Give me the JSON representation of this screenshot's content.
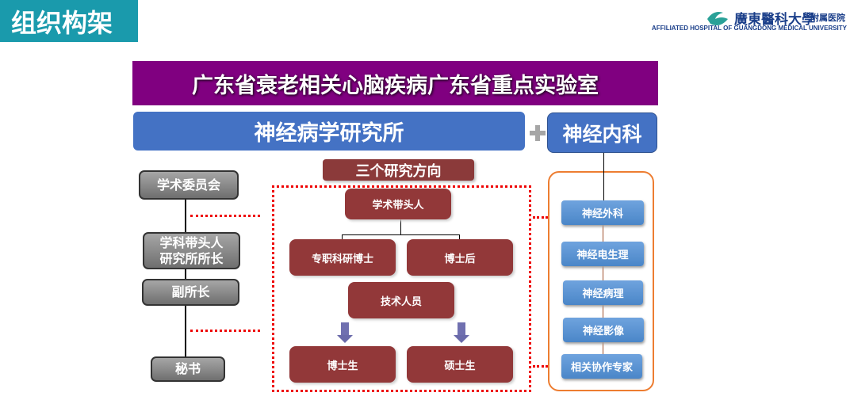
{
  "page_title": "组织构架",
  "logo": {
    "name_cn": "廣東醫科大學",
    "suffix_cn": "附属医院",
    "name_en": "AFFILIATED HOSPITAL OF GUANGDONG MEDICAL UNIVERSITY"
  },
  "banner": "广东省衰老相关心脑疾病广东省重点实验室",
  "institute": "神经病学研究所",
  "department": "神经内科",
  "research_heading": "三个研究方向",
  "left_chain": [
    "学术委员会",
    "学科带头人\n研究所所长",
    "副所长",
    "秘书"
  ],
  "research": {
    "leader": "学术带头人",
    "full_time": "专职科研博士",
    "postdoc": "博士后",
    "technician": "技术人员",
    "phd": "博士生",
    "master": "硕士生"
  },
  "departments": [
    "神经外科",
    "神经电生理",
    "神经病理",
    "神经影像",
    "相关协作专家"
  ],
  "colors": {
    "title_tab": "#1a9aac",
    "banner": "#800080",
    "blue": "#4472c4",
    "red_box": "#923839",
    "orange": "#ed7d31"
  }
}
